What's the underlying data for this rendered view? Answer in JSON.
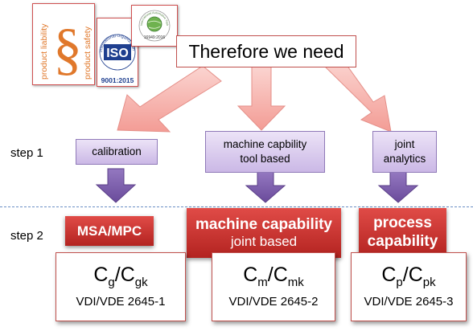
{
  "logos": {
    "product_liability": "product liability",
    "product_safety": "product safety",
    "paragraph_symbol": "§",
    "iso_ring_text": "International Organization for Standardization",
    "iso_mark": "ISO",
    "iso_standard": "9001:2015",
    "iso2_ring_text": "International Automotive Task Force",
    "iso2_standard": "16949:2016"
  },
  "title": "Therefore we need",
  "steps": {
    "step1_label": "step 1",
    "step2_label": "step 2"
  },
  "step1_boxes": {
    "calibration": "calibration",
    "machine_line1": "machine capbility",
    "machine_line2": "tool based",
    "joint_line1": "joint",
    "joint_line2": "analytics"
  },
  "step2_boxes": {
    "msa": "MSA/MPC",
    "machine_line1": "machine capability",
    "machine_line2": "joint based",
    "process_line1": "process",
    "process_line2": "capability"
  },
  "formulas": [
    {
      "a": "C",
      "a_sub": "g",
      "b": "C",
      "b_sub": "gk",
      "standard": "VDI/VDE 2645-1"
    },
    {
      "a": "C",
      "a_sub": "m",
      "b": "C",
      "b_sub": "mk",
      "standard": "VDI/VDE 2645-2"
    },
    {
      "a": "C",
      "a_sub": "p",
      "b": "C",
      "b_sub": "pk",
      "standard": "VDI/VDE 2645-3"
    }
  ],
  "colors": {
    "pink_arrow": "#f7b7b2",
    "purple_arrow": "#7f5fad",
    "accent_red": "#c0504d",
    "step1_fill": "#d9ccee"
  }
}
